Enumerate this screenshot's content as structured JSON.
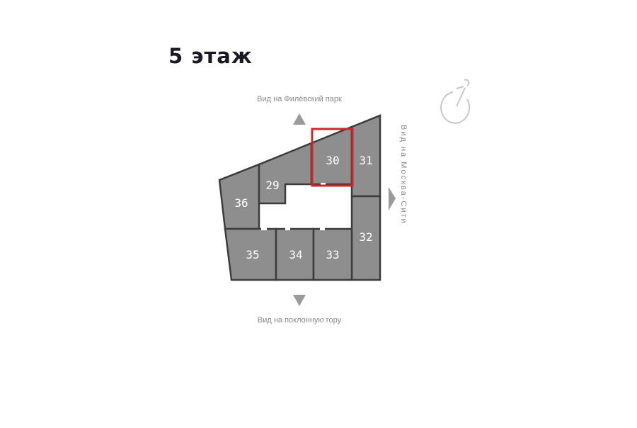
{
  "title": "5 этаж",
  "views": {
    "top": "Вид на Филёвский парк",
    "bottom": "Вид на поклонную гору",
    "right": "Вид на Москва-Сити"
  },
  "rooms": [
    {
      "number": "29",
      "selected": false
    },
    {
      "number": "30",
      "selected": true
    },
    {
      "number": "31",
      "selected": false
    },
    {
      "number": "32",
      "selected": false
    },
    {
      "number": "33",
      "selected": false
    },
    {
      "number": "34",
      "selected": false
    },
    {
      "number": "35",
      "selected": false
    },
    {
      "number": "36",
      "selected": false
    }
  ],
  "colors": {
    "room": "#8e8e8e",
    "wall": "#3c3c3c",
    "selection": "#d0252b",
    "arrow": "#9a9a9a"
  },
  "icons": {
    "compass": "compass-icon"
  }
}
